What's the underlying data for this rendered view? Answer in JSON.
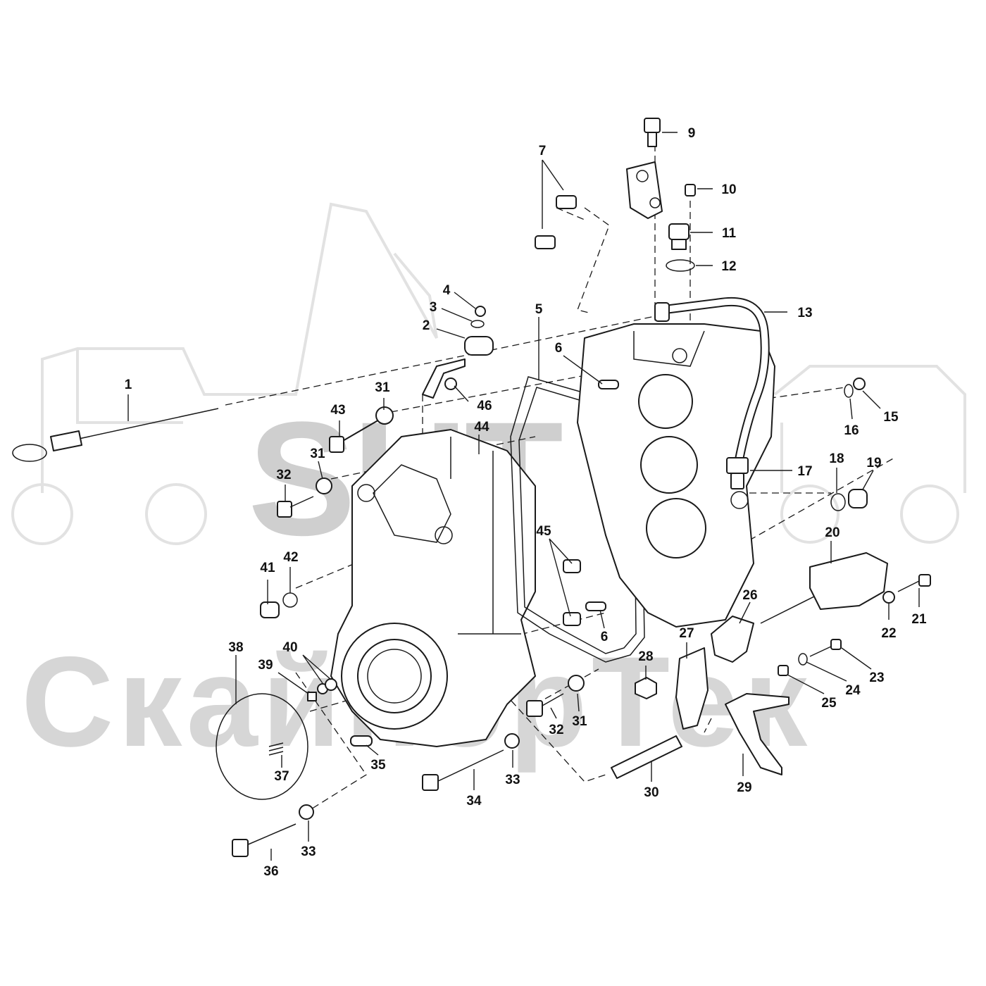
{
  "watermark": {
    "brand": "SHT",
    "name": "СкайпорТек"
  },
  "colors": {
    "line": "#1a1a1a",
    "watermark": "#d9d9d9",
    "background": "#ffffff"
  },
  "callouts": [
    {
      "id": "c1",
      "label": "1"
    },
    {
      "id": "c2",
      "label": "2"
    },
    {
      "id": "c3",
      "label": "3"
    },
    {
      "id": "c4",
      "label": "4"
    },
    {
      "id": "c5",
      "label": "5"
    },
    {
      "id": "c6a",
      "label": "6"
    },
    {
      "id": "c6b",
      "label": "6"
    },
    {
      "id": "c7",
      "label": "7"
    },
    {
      "id": "c9",
      "label": "9"
    },
    {
      "id": "c10",
      "label": "10"
    },
    {
      "id": "c11",
      "label": "11"
    },
    {
      "id": "c12",
      "label": "12"
    },
    {
      "id": "c13",
      "label": "13"
    },
    {
      "id": "c15",
      "label": "15"
    },
    {
      "id": "c16",
      "label": "16"
    },
    {
      "id": "c17",
      "label": "17"
    },
    {
      "id": "c18",
      "label": "18"
    },
    {
      "id": "c19",
      "label": "19"
    },
    {
      "id": "c20",
      "label": "20"
    },
    {
      "id": "c21",
      "label": "21"
    },
    {
      "id": "c22",
      "label": "22"
    },
    {
      "id": "c23",
      "label": "23"
    },
    {
      "id": "c24",
      "label": "24"
    },
    {
      "id": "c25",
      "label": "25"
    },
    {
      "id": "c26",
      "label": "26"
    },
    {
      "id": "c27",
      "label": "27"
    },
    {
      "id": "c28",
      "label": "28"
    },
    {
      "id": "c29",
      "label": "29"
    },
    {
      "id": "c30",
      "label": "30"
    },
    {
      "id": "c31a",
      "label": "31"
    },
    {
      "id": "c31b",
      "label": "31"
    },
    {
      "id": "c31c",
      "label": "31"
    },
    {
      "id": "c32a",
      "label": "32"
    },
    {
      "id": "c32b",
      "label": "32"
    },
    {
      "id": "c33a",
      "label": "33"
    },
    {
      "id": "c33b",
      "label": "33"
    },
    {
      "id": "c34",
      "label": "34"
    },
    {
      "id": "c35",
      "label": "35"
    },
    {
      "id": "c36",
      "label": "36"
    },
    {
      "id": "c37",
      "label": "37"
    },
    {
      "id": "c38",
      "label": "38"
    },
    {
      "id": "c39",
      "label": "39"
    },
    {
      "id": "c40",
      "label": "40"
    },
    {
      "id": "c41",
      "label": "41"
    },
    {
      "id": "c42",
      "label": "42"
    },
    {
      "id": "c43",
      "label": "43"
    },
    {
      "id": "c44",
      "label": "44"
    },
    {
      "id": "c45",
      "label": "45"
    },
    {
      "id": "c46",
      "label": "46"
    }
  ]
}
